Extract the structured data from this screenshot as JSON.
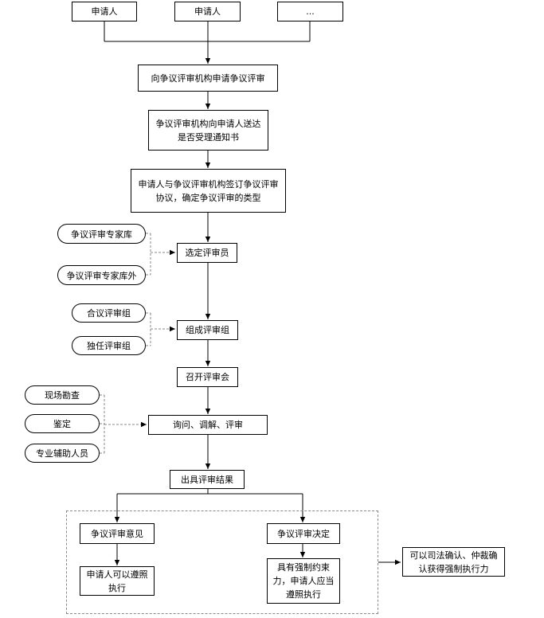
{
  "applicants": [
    "申请人",
    "申请人",
    "..."
  ],
  "steps": {
    "apply": "向争议评审机构申请争议评审",
    "notice": "争议评审机构向申请人送达是否受理通知书",
    "agreement": "申请人与争议评审机构签订争议评审协议，确定争议评审的类型",
    "select_reviewers": "选定评审员",
    "form_panel": "组成评审组",
    "convene": "召开评审会",
    "inquiry": "询问、调解、评审",
    "result": "出具评审结果",
    "opinion": "争议评审意见",
    "opinion_note": "申请人可以遵照执行",
    "decision": "争议评审决定",
    "decision_note": "具有强制约束力，申请人应当遵照执行",
    "enforcement": "可以司法确认、仲裁确认获得强制执行力"
  },
  "reviewer_sources": [
    "争议评审专家库",
    "争议评审专家库外"
  ],
  "panel_types": [
    "合议评审组",
    "独任评审组"
  ],
  "inquiry_aids": [
    "现场勘查",
    "鉴定",
    "专业辅助人员"
  ]
}
